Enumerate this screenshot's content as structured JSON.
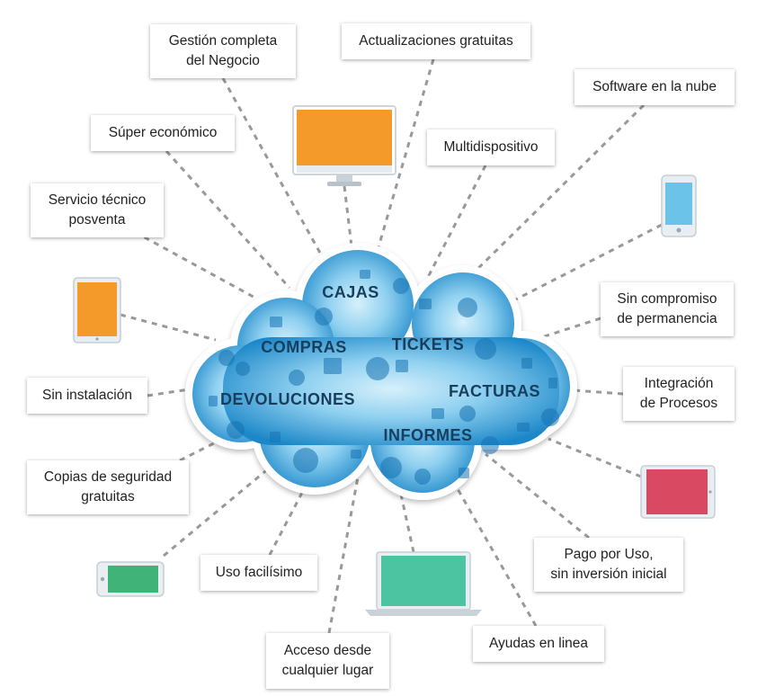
{
  "cloud": {
    "keywords": [
      "CAJAS",
      "COMPRAS",
      "TICKETS",
      "DEVOLUCIONES",
      "FACTURAS",
      "INFORMES"
    ],
    "colors": {
      "cloud_light": "#bfe6f7",
      "cloud_dark": "#1b87c8",
      "icon_fill": "#1773b3",
      "text": "#173e5c"
    }
  },
  "features": [
    {
      "id": "gestion",
      "text": "Gestión completa\ndel Negocio"
    },
    {
      "id": "actualizaciones",
      "text": "Actualizaciones gratuitas"
    },
    {
      "id": "software-nube",
      "text": "Software en la nube"
    },
    {
      "id": "super-economico",
      "text": "Súper económico"
    },
    {
      "id": "multidispositivo",
      "text": "Multidispositivo"
    },
    {
      "id": "servicio-tecnico",
      "text": "Servicio técnico\nposventa"
    },
    {
      "id": "sin-compromiso",
      "text": "Sin compromiso\nde permanencia"
    },
    {
      "id": "integracion",
      "text": "Integración\nde Procesos"
    },
    {
      "id": "sin-instalacion",
      "text": "Sin instalación"
    },
    {
      "id": "copias-seguridad",
      "text": "Copias de seguridad\ngratuitas"
    },
    {
      "id": "pago-uso",
      "text": "Pago por Uso,\nsin inversión inicial"
    },
    {
      "id": "uso-facilisimo",
      "text": "Uso facilísimo"
    },
    {
      "id": "acceso",
      "text": "Acceso desde\ncualquier lugar"
    },
    {
      "id": "ayudas",
      "text": "Ayudas en linea"
    }
  ],
  "devices": [
    {
      "id": "monitor",
      "kind": "monitor-icon",
      "color": "#f39a2a"
    },
    {
      "id": "phone",
      "kind": "smartphone-icon",
      "color": "#6cc3ea"
    },
    {
      "id": "tablet-orange",
      "kind": "tablet-icon",
      "color": "#f39a2a"
    },
    {
      "id": "tablet-red",
      "kind": "tablet-icon",
      "color": "#d94a62"
    },
    {
      "id": "phone-green",
      "kind": "smartphone-icon",
      "color": "#3fb378"
    },
    {
      "id": "laptop",
      "kind": "laptop-icon",
      "color": "#4cc4a2"
    }
  ],
  "connector_color": "#999999"
}
